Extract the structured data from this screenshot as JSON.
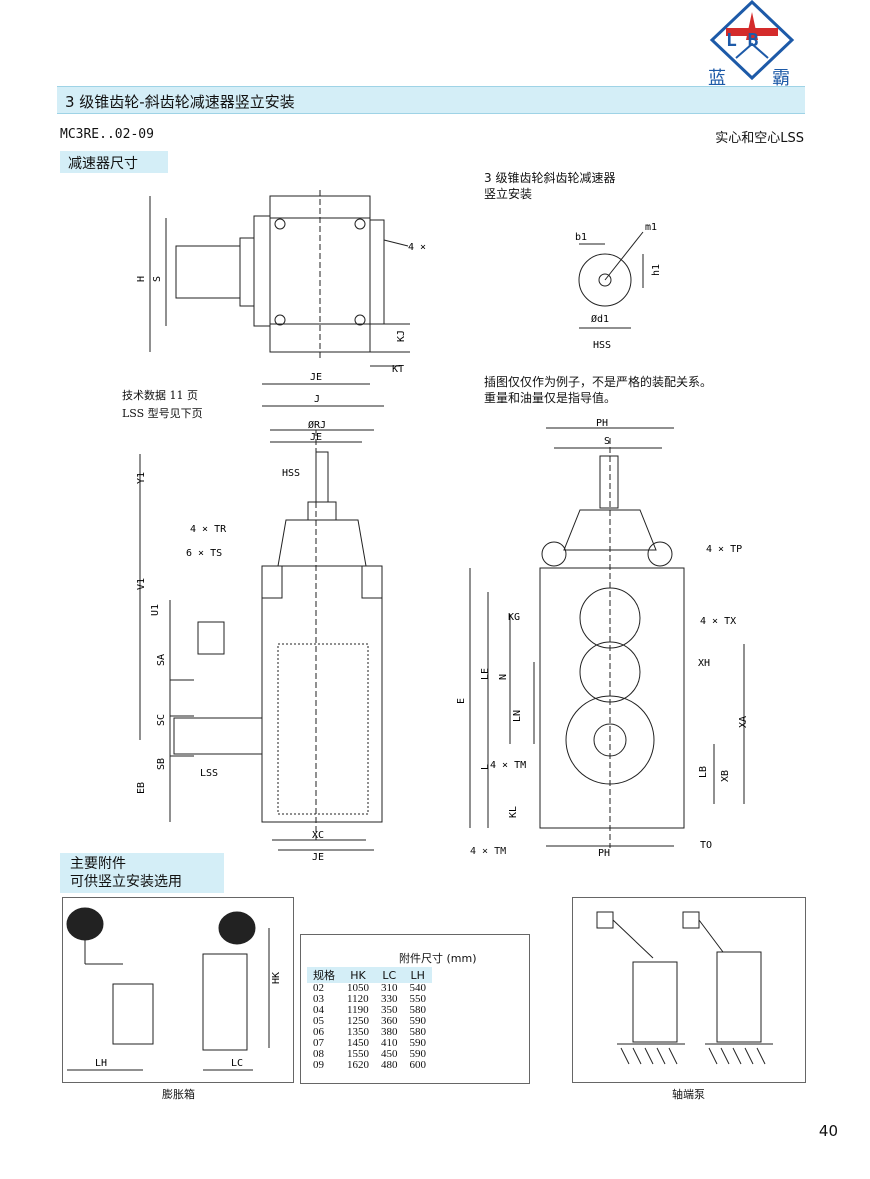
{
  "logo": {
    "letters": "L   B",
    "name_left": "蓝",
    "name_right": "霸"
  },
  "header": {
    "title": "3 级锥齿轮-斜齿轮减速器竖立安装"
  },
  "model": "MC3RE..02-09",
  "shaft_type": "实心和空心LSS",
  "section_dimensions": "减速器尺寸",
  "top_right_title_1": "3 级锥齿轮斜齿轮减速器",
  "top_right_title_2": "竖立安装",
  "notes": {
    "tech_data": "技术数据 11 页",
    "lss_type": "LSS 型号见下页"
  },
  "disclaimer_1": "插图仅仅作为例子，不是严格的装配关系。",
  "disclaimer_2": "重量和油量仅是指导值。",
  "labels": {
    "h": "H",
    "s": "S",
    "tm4": "4 × TM",
    "kj": "KJ",
    "kt": "KT",
    "je": "JE",
    "j": "J",
    "rj": "ØRJ",
    "hss": "HSS",
    "y1": "Y1",
    "v1": "V1",
    "u1": "U1",
    "tr4": "4 × TR",
    "ts6": "6 × TS",
    "sa": "SA",
    "sc": "SC",
    "sb": "SB",
    "eb": "EB",
    "lss": "LSS",
    "xc": "XC",
    "b1": "b1",
    "m1": "m1",
    "h1": "h1",
    "d1": "Ød1",
    "ph": "PH",
    "tp4": "4 × TP",
    "tx4": "4 × TX",
    "kg": "KG",
    "le": "LE",
    "n": "N",
    "ln": "LN",
    "e": "E",
    "l": "L",
    "kl": "KL",
    "xh": "XH",
    "xa": "XA",
    "lb": "LB",
    "xb": "XB",
    "to": "TO"
  },
  "accessories": {
    "title_1": "主要附件",
    "title_2": "可供竖立安装选用",
    "left_caption": "膨胀箱",
    "right_caption": "轴端泵",
    "lh": "LH",
    "lc": "LC",
    "hk": "HK"
  },
  "table": {
    "title": "附件尺寸 (mm)",
    "headers": [
      "规格",
      "HK",
      "LC",
      "LH"
    ],
    "rows": [
      [
        "02",
        "1050",
        "310",
        "540"
      ],
      [
        "03",
        "1120",
        "330",
        "550"
      ],
      [
        "04",
        "1190",
        "350",
        "580"
      ],
      [
        "05",
        "1250",
        "360",
        "590"
      ],
      [
        "06",
        "1350",
        "380",
        "580"
      ],
      [
        "07",
        "1450",
        "410",
        "590"
      ],
      [
        "08",
        "1550",
        "450",
        "590"
      ],
      [
        "09",
        "1620",
        "480",
        "600"
      ]
    ]
  },
  "page_number": "40",
  "colors": {
    "banner": "#d4eef7",
    "logo_blue": "#1d5aa8",
    "logo_red": "#d42b2b"
  }
}
